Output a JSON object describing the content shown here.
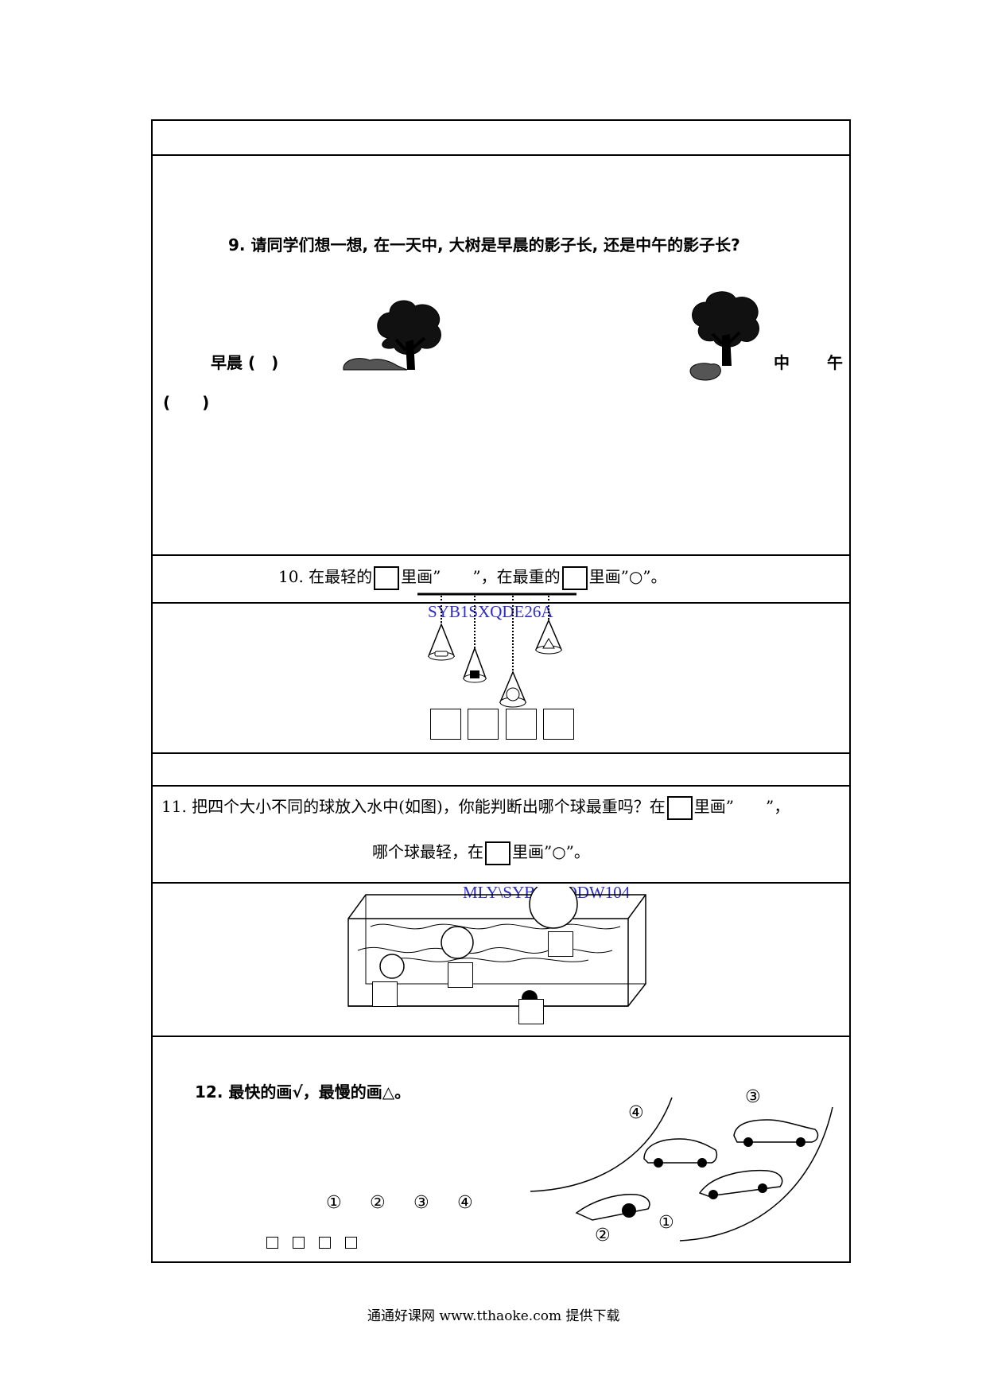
{
  "q9": {
    "text": "9. 请同学们想一想, 在一天中, 大树是早晨的影子长, 还是中午的影子长?",
    "morning": "早晨 (　)",
    "noon_a": "中",
    "noon_b": "午",
    "noon_paren": "(　　)"
  },
  "q10": {
    "prefix": "10.  在最轻的",
    "mid1": "里画”　　”，在最重的",
    "mid2": "里画”○”。",
    "stamp": "SYB1SXQDE26A"
  },
  "q11": {
    "line1_prefix": "11.  把四个大小不同的球放入水中(如图)，你能判断出哪个球最重吗？在",
    "line1_suffix": "里画”　　”，",
    "line2_prefix": "哪个球最轻，在",
    "line2_suffix": "里画”○”。",
    "stamp": "MLY\\SYB1SXQDW104"
  },
  "q12": {
    "text": "12.  最快的画√，最慢的画△。",
    "options": [
      "①",
      "②",
      "③",
      "④"
    ],
    "car_labels": [
      "①",
      "②",
      "③",
      "④"
    ]
  },
  "footer": {
    "text": "通通好课网  www.tthaoke.com  提供下载"
  }
}
